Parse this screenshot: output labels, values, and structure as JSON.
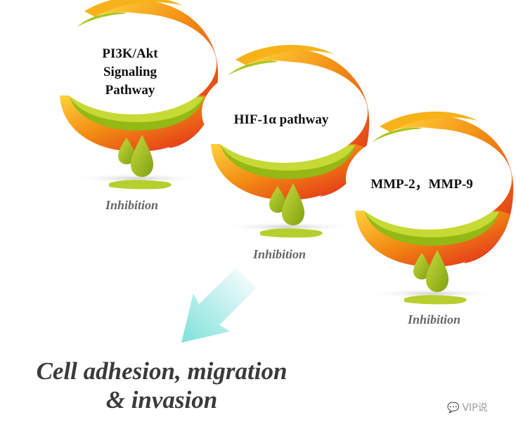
{
  "nodes": [
    {
      "title_lines": [
        "PI3K/Akt",
        "Signaling",
        "Pathway"
      ],
      "effect": "Inhibition"
    },
    {
      "title_lines": [
        "HIF-1α pathway"
      ],
      "effect": "Inhibition"
    },
    {
      "title_lines": [
        "MMP-2，MMP-9"
      ],
      "effect": "Inhibition"
    }
  ],
  "conclusion": {
    "line1": "Cell adhesion, migration",
    "line2": "& invasion"
  },
  "watermark": {
    "icon": "chat-bubble-icon",
    "text": "VIP说"
  },
  "colors": {
    "bubble_orange": "#f07a12",
    "bubble_red": "#e01d1c",
    "bubble_yellow": "#f7b21a",
    "bubble_green": "#8fb514",
    "drop_green": "#9cbf1c",
    "arrow_cyan": "#8fe3e3"
  }
}
